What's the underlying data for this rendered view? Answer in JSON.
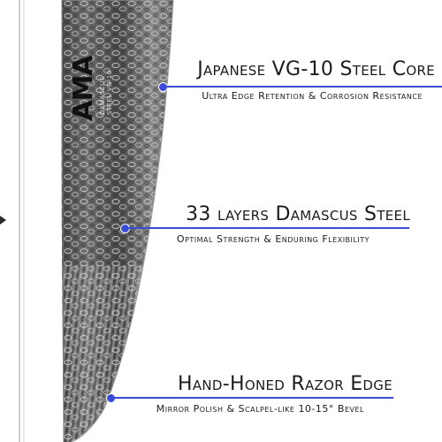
{
  "brand": {
    "logo_text": "AMA",
    "steel_text": "DAMASCUS STEEL VG-10"
  },
  "colors": {
    "accent": "#3a4bd8",
    "text": "#1b1b1b",
    "blade_dark": "#2f2f2f",
    "blade_light": "#b9b9b9"
  },
  "callouts": [
    {
      "title": "Japanese VG-10 Steel Core",
      "subtitle": "Ultra Edge Retention & Corrosion Resistance"
    },
    {
      "title": "33 layers Damascus Steel",
      "subtitle": "Optimal Strength & Enduring Flexibility"
    },
    {
      "title": "Hand-Honed Razor Edge",
      "subtitle": "Mirror Polish & Scalpel-like 10-15° Bevel"
    }
  ],
  "arrow_icon": "right-arrow-icon"
}
